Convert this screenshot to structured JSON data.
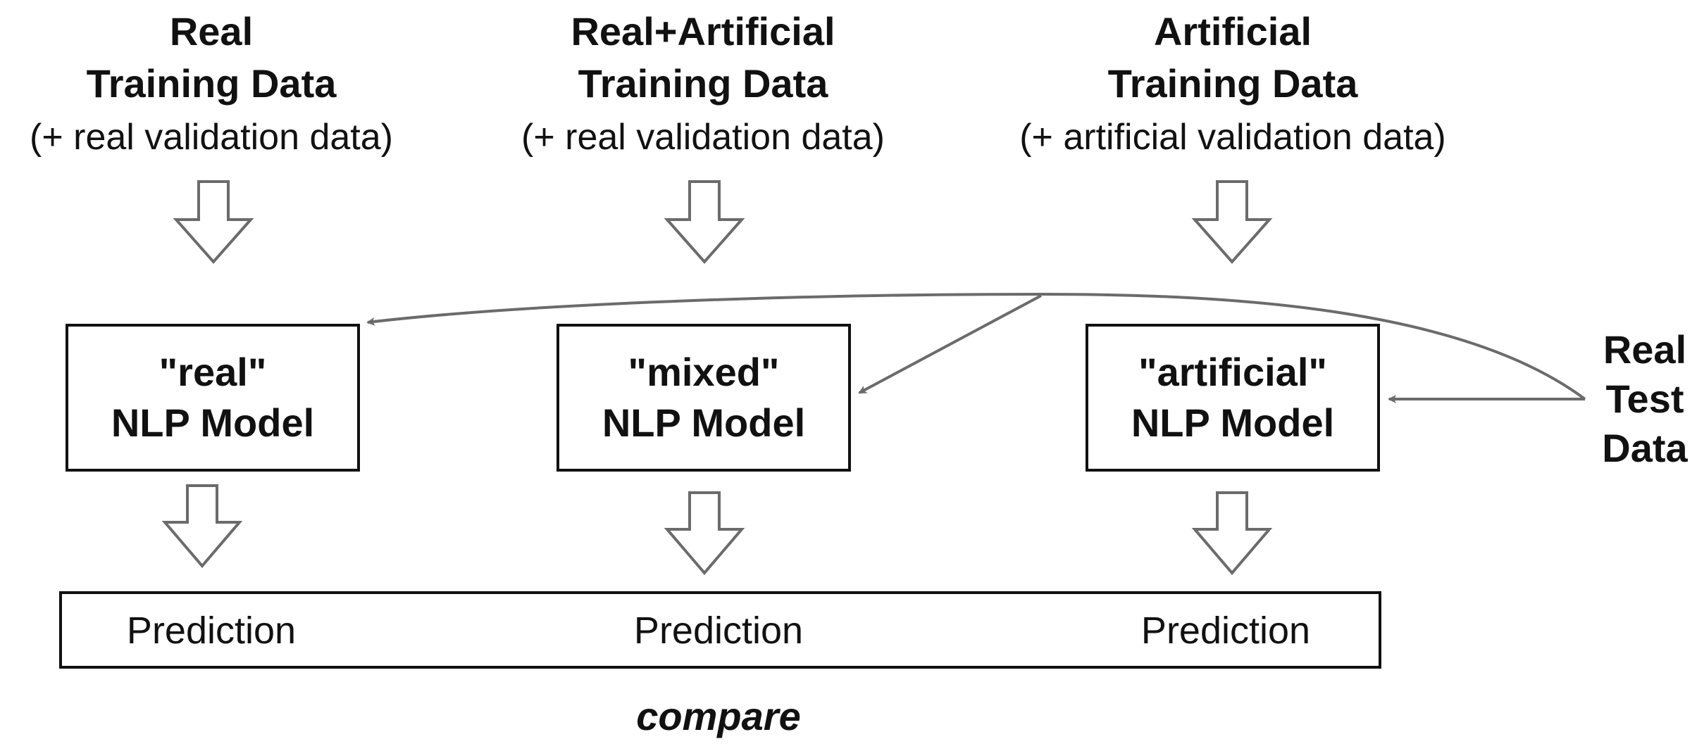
{
  "columns": [
    {
      "line1": "Real",
      "line2": "Training Data",
      "sub": "(+ real validation data)"
    },
    {
      "line1": "Real+Artificial",
      "line2": "Training Data",
      "sub": "(+ real validation data)"
    },
    {
      "line1": "Artificial",
      "line2": "Training Data",
      "sub": "(+ artificial validation data)"
    }
  ],
  "models": [
    {
      "line1": "\"real\"",
      "line2": "NLP Model"
    },
    {
      "line1": "\"mixed\"",
      "line2": "NLP Model"
    },
    {
      "line1": "\"artificial\"",
      "line2": "NLP Model"
    }
  ],
  "predictions": [
    "Prediction",
    "Prediction",
    "Prediction"
  ],
  "compare": "compare",
  "test_data": {
    "line1": "Real",
    "line2": "Test",
    "line3": "Data"
  },
  "colors": {
    "arrow": "#6b6b6b",
    "box": "#111111"
  }
}
